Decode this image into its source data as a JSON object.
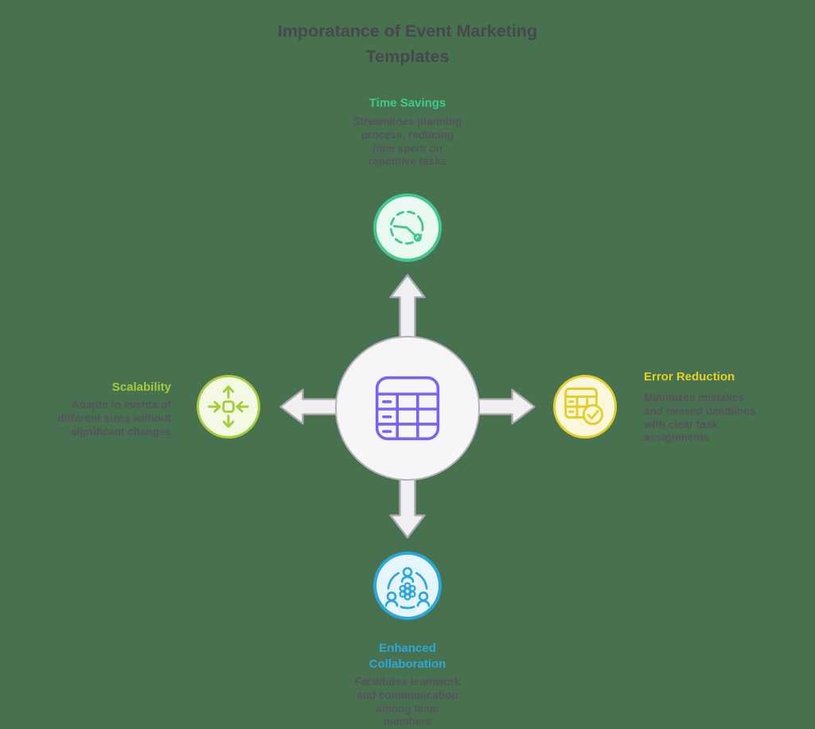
{
  "title": "Imporatance of Event Marketing\nTemplates",
  "center": {
    "icon": "spreadsheet-icon",
    "accent": "#7d60f5"
  },
  "nodes": {
    "top": {
      "label": "Time Savings",
      "description": "Streamlines planning\nprocess, reducing\ntime spent on\nrepetitive tasks",
      "icon": "stopwatch-icon",
      "accent": "#41c98d",
      "icon_fill": "#e9f9f1"
    },
    "left": {
      "label": "Scalability",
      "description": "Adapts to events of\ndifferent sizes without\nsignificant changes",
      "icon": "resize-arrows-icon",
      "accent": "#a5cd39",
      "icon_fill": "#f4f9e4"
    },
    "right": {
      "label": "Error Reduction",
      "description": "Minimizes mistakes\nand missed deadlines\nwith clear task\nassignments",
      "icon": "table-check-icon",
      "accent": "#e4ce27",
      "icon_fill": "#fbf7dd"
    },
    "bottom": {
      "label": "Enhanced\nCollaboration",
      "description": "Facilitates teamwork\nand communication\namong team\nmembers",
      "icon": "team-collaboration-icon",
      "accent": "#2aa7db",
      "icon_fill": "#e6f5fc"
    }
  },
  "colors": {
    "background": "#47714f",
    "title_text": "#48474d",
    "body_text": "#55545b",
    "hub_fill": "#f6f6f8",
    "hub_border": "#b2b2b7",
    "arrow_fill": "#f0f0f2",
    "arrow_stroke": "#a9a9ae"
  }
}
